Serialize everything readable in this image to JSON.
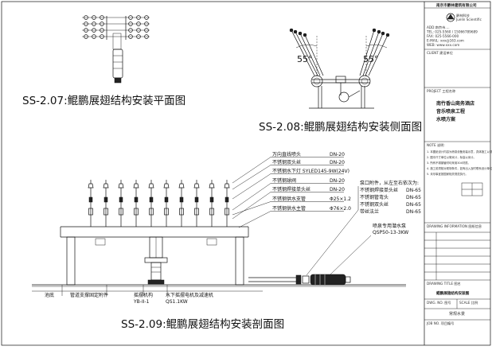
{
  "captions": {
    "plan": "SS-2.07:鲲鹏展翅结构安装平面图",
    "side": "SS-2.08:鲲鹏展翅结构安装侧面图",
    "section": "SS-2.09:鲲鹏展翅结构安装剖面图"
  },
  "side_view": {
    "angle_left": "55°",
    "angle_right": "55°"
  },
  "callouts_left": [
    {
      "name": "万向直线喷头",
      "spec": "DN-20"
    },
    {
      "name": "不锈钢双头丝",
      "spec": "DN-20"
    },
    {
      "name": "不锈钢水下灯 SYLED145-9W(24V)",
      "spec": ""
    },
    {
      "name": "不锈钢球阀",
      "spec": "DN-20"
    },
    {
      "name": "不锈钢焊接单头丝",
      "spec": "DN-20"
    },
    {
      "name": "不锈钢供水支管",
      "spec": "Φ25×1.2"
    },
    {
      "name": "不锈钢供水主管",
      "spec": "Φ76×2.0"
    }
  ],
  "callouts_right": {
    "header": "泵口附件，从左至右依次为:",
    "items": [
      {
        "name": "不锈钢焊接单头丝",
        "spec": "DN-65"
      },
      {
        "name": "不锈钢管弯头",
        "spec": "DN-65"
      },
      {
        "name": "不锈钢双头丝",
        "spec": "DN-65"
      },
      {
        "name": "带丝法兰",
        "spec": "DN-65"
      }
    ],
    "pump_name": "喷泉专用潜水泵",
    "pump_model": "QSP50-13-3KW"
  },
  "bottom_labels": {
    "pool_bottom": "池底",
    "support": "管道支撑固定附件",
    "swing_mech": "摇摆机构",
    "swing_model": "YB-II-1",
    "motor": "水下摇摆电机及减速机",
    "motor_model": "QS1.1KW"
  },
  "title_block": {
    "company_header": "南京市爵林建筑有限公司",
    "logo_name": "爵林科技",
    "logo_en": "Juelin Scientific",
    "contact_lines": [
      "ADD:南京市....",
      "TEL: 025-5560 / 15066789689",
      "FAX: 025-5566-000",
      "E-MAIL: xxx@163.com",
      "WEB: www.xxx.com"
    ],
    "client_label": "CLIENT 建设单位",
    "project_label": "PROJECT 工程名称",
    "project_name_lines": [
      "南竹香山商务酒店",
      "音乐喷泉工程",
      "水喷方案"
    ],
    "notes_label": "NOTE 说明:",
    "notes": [
      "1. 本图纸设计内容为喷泉设备安装示意，具体施工以现场为准。",
      "2. 图中尺寸单位以毫米计，标高以米计。",
      "3. 所有不锈钢管材均采用304材质。",
      "4. 施工前须核对现场条件，如有出入及时联系设计单位。",
      "5. 未尽事宜按国家相关规范执行。"
    ],
    "drawing_info_label": "DRAWING INFORMATION 图纸信息",
    "drawing_title_label": "DRAWING TITLE 图名",
    "drawing_title": "鲲鹏展翅结构安装图",
    "drawing_no_label": "DWG. NO. 图号",
    "scale_label": "SCALE 比例",
    "stamp_text": "常规水景",
    "footer_label": "JOB NO. 项目编号"
  }
}
